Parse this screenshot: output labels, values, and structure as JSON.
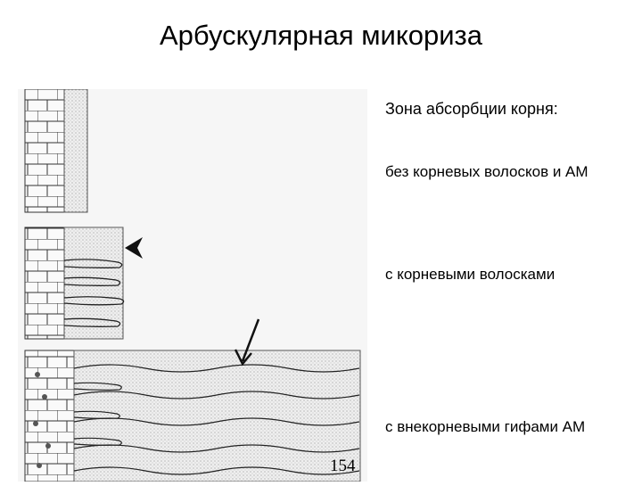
{
  "slide": {
    "title": "Арбускулярная микориза"
  },
  "captions": [
    "Зона абсорбции корня:",
    "без корневых волосков и АМ",
    "с корневыми волосками",
    "с внекорневыми гифами АМ"
  ],
  "figure": {
    "plate_number": "154",
    "colors": {
      "ink": "#222222",
      "paper": "#f4f4f4",
      "stipple": "#dcdcdc"
    }
  }
}
